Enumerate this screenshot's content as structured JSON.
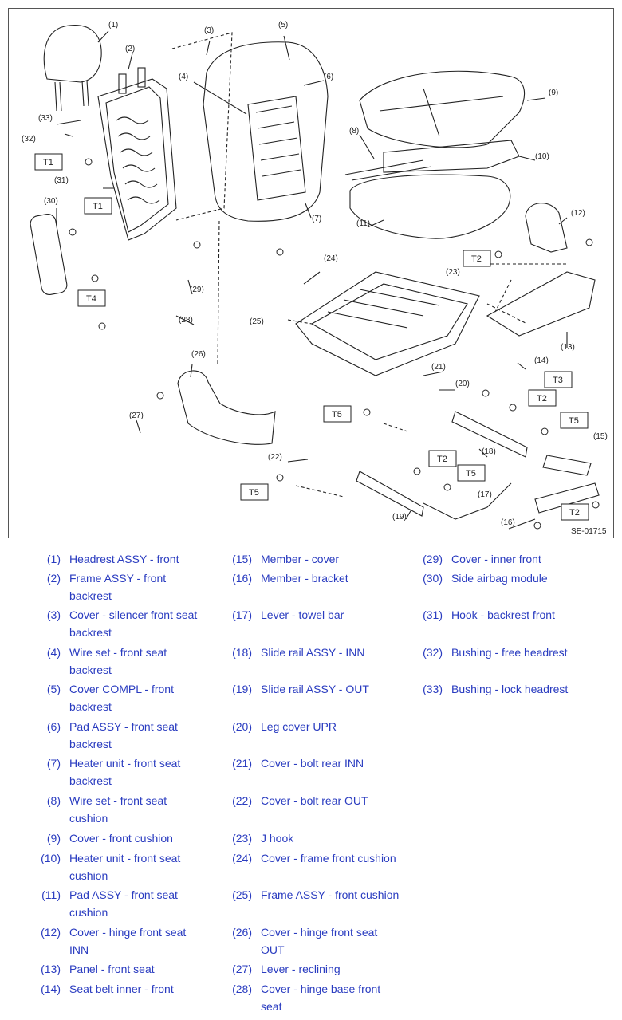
{
  "figure": {
    "code": "SE-01715",
    "callouts": {
      "c1": "(1)",
      "c2": "(2)",
      "c3": "(3)",
      "c4": "(4)",
      "c5": "(5)",
      "c6": "(6)",
      "c7": "(7)",
      "c8": "(8)",
      "c9": "(9)",
      "c10": "(10)",
      "c11": "(11)",
      "c12": "(12)",
      "c13": "(13)",
      "c14": "(14)",
      "c15": "(15)",
      "c16": "(16)",
      "c17": "(17)",
      "c18": "(18)",
      "c19": "(19)",
      "c20": "(20)",
      "c21": "(21)",
      "c22": "(22)",
      "c23": "(23)",
      "c24": "(24)",
      "c25": "(25)",
      "c26": "(26)",
      "c27": "(27)",
      "c28": "(28)",
      "c29": "(29)",
      "c30": "(30)",
      "c31": "(31)",
      "c32": "(32)",
      "c33": "(33)"
    },
    "torque": {
      "t1a": "T1",
      "t1b": "T1",
      "t4": "T4",
      "t2a": "T2",
      "t2b": "T2",
      "t2c": "T2",
      "t2d": "T2",
      "t3": "T3",
      "t5a": "T5",
      "t5b": "T5",
      "t5c": "T5",
      "t5d": "T5"
    }
  },
  "legend": {
    "col1": [
      {
        "num": "(1)",
        "lines": [
          "Headrest ASSY - front"
        ]
      },
      {
        "num": "(2)",
        "lines": [
          "Frame ASSY - front",
          "backrest"
        ]
      },
      {
        "num": "(3)",
        "lines": [
          "Cover - silencer front seat",
          "backrest"
        ]
      },
      {
        "num": "(4)",
        "lines": [
          "Wire set - front seat",
          "backrest"
        ]
      },
      {
        "num": "(5)",
        "lines": [
          "Cover COMPL - front",
          "backrest"
        ]
      },
      {
        "num": "(6)",
        "lines": [
          "Pad ASSY - front seat",
          "backrest"
        ]
      },
      {
        "num": "(7)",
        "lines": [
          "Heater unit - front seat",
          "backrest"
        ]
      },
      {
        "num": "(8)",
        "lines": [
          "Wire set - front seat",
          "cushion"
        ]
      },
      {
        "num": "(9)",
        "lines": [
          "Cover - front cushion"
        ]
      },
      {
        "num": "(10)",
        "lines": [
          "Heater unit - front seat",
          "cushion"
        ]
      },
      {
        "num": "(11)",
        "lines": [
          "Pad ASSY - front seat",
          "cushion"
        ]
      },
      {
        "num": "(12)",
        "lines": [
          "Cover - hinge front seat",
          "INN"
        ]
      },
      {
        "num": "(13)",
        "lines": [
          "Panel - front seat"
        ]
      },
      {
        "num": "(14)",
        "lines": [
          "Seat belt inner - front"
        ]
      }
    ],
    "col2": [
      {
        "num": "(15)",
        "lines": [
          "Member - cover"
        ]
      },
      {
        "num": "(16)",
        "lines": [
          "Member - bracket"
        ]
      },
      {
        "num": "(17)",
        "lines": [
          "Lever - towel bar"
        ]
      },
      {
        "num": "(18)",
        "lines": [
          "Slide rail ASSY - INN"
        ]
      },
      {
        "num": "(19)",
        "lines": [
          "Slide rail ASSY - OUT"
        ]
      },
      {
        "num": "(20)",
        "lines": [
          "Leg cover UPR"
        ]
      },
      {
        "num": "(21)",
        "lines": [
          "Cover - bolt rear INN"
        ]
      },
      {
        "num": "(22)",
        "lines": [
          "Cover - bolt rear OUT"
        ]
      },
      {
        "num": "(23)",
        "lines": [
          "J hook"
        ]
      },
      {
        "num": "(24)",
        "lines": [
          "Cover - frame front cushion"
        ]
      },
      {
        "num": "(25)",
        "lines": [
          "Frame ASSY - front cushion"
        ]
      },
      {
        "num": "(26)",
        "lines": [
          "Cover - hinge front seat",
          "OUT"
        ]
      },
      {
        "num": "(27)",
        "lines": [
          "Lever - reclining"
        ]
      },
      {
        "num": "(28)",
        "lines": [
          "Cover - hinge base front",
          "seat"
        ]
      }
    ],
    "col3": [
      {
        "num": "(29)",
        "lines": [
          "Cover - inner front"
        ]
      },
      {
        "num": "(30)",
        "lines": [
          "Side airbag module"
        ]
      },
      {
        "num": "(31)",
        "lines": [
          "Hook - backrest front"
        ]
      },
      {
        "num": "(32)",
        "lines": [
          "Bushing - free headrest"
        ]
      },
      {
        "num": "(33)",
        "lines": [
          "Bushing - lock headrest"
        ]
      }
    ]
  }
}
